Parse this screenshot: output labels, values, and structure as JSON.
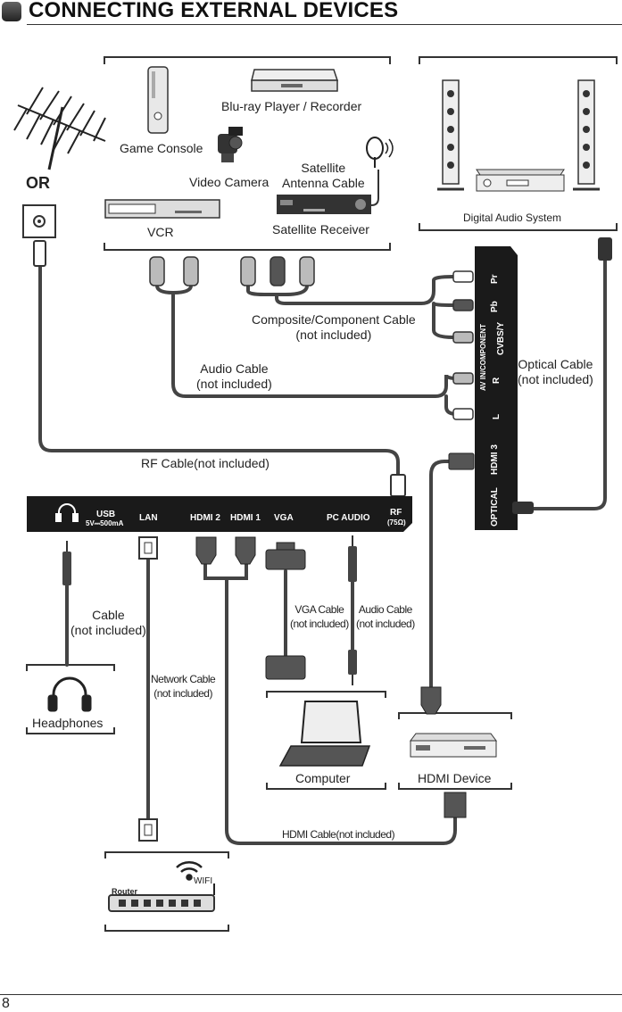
{
  "title": "CONNECTING EXTERNAL DEVICES",
  "page_number": "8",
  "devices": {
    "blu_ray": "Blu-ray Player / Recorder",
    "game_console": "Game Console",
    "video_camera": "Video Camera",
    "satellite_antenna_cable": "Satellite\nAntenna Cable",
    "vcr": "VCR",
    "satellite_receiver": "Satellite Receiver",
    "digital_audio": "Digital Audio System",
    "or": "OR",
    "headphones": "Headphones",
    "computer": "Computer",
    "hdmi_device": "HDMI Device",
    "router": "Router",
    "wifi": "WIFI"
  },
  "cables": {
    "composite": "Composite/Component Cable\n(not included)",
    "audio": "Audio Cable\n(not included)",
    "optical": "Optical Cable\n(not included)",
    "rf": "RF Cable(not included)",
    "headphone": "Cable\n(not included)",
    "network": "Network Cable\n(not included)",
    "vga": "VGA Cable\n(not included)",
    "pc_audio": "Audio Cable\n(not included)",
    "hdmi": "HDMI Cable(not included)"
  },
  "side_panel": {
    "pr": "Pr",
    "pb": "Pb",
    "cvbs": "CVBS/Y",
    "av_in": "AV IN/COMPONENT",
    "r": "R",
    "l": "L",
    "hdmi3": "HDMI 3",
    "optical": "OPTICAL"
  },
  "back_panel": {
    "usb": "USB",
    "usb_spec": "5V⎓500mA",
    "lan": "LAN",
    "hdmi2": "HDMI 2",
    "hdmi1": "HDMI 1",
    "vga": "VGA",
    "pc_audio": "PC AUDIO",
    "rf": "RF",
    "rf_spec": "(75Ω)"
  }
}
